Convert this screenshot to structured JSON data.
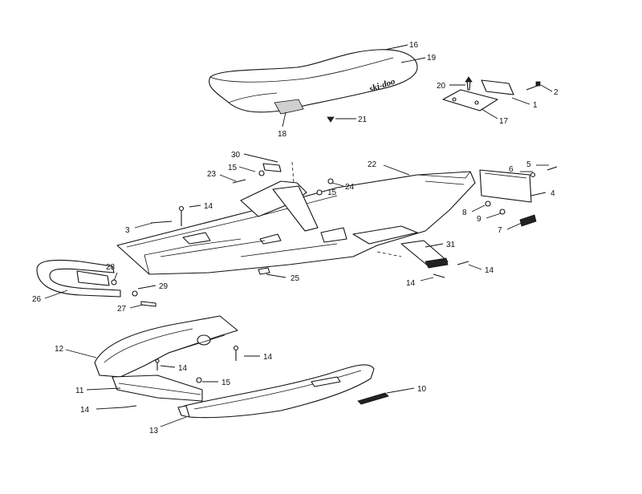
{
  "brand_decal": "ski-doo",
  "callouts": {
    "c1": "1",
    "c2": "2",
    "c3": "3",
    "c4": "4",
    "c5": "5",
    "c6": "6",
    "c7": "7",
    "c8": "8",
    "c9": "9",
    "c10": "10",
    "c11": "11",
    "c12": "12",
    "c13": "13",
    "c14a": "14",
    "c14b": "14",
    "c14c": "14",
    "c14d": "14",
    "c14e": "14",
    "c14f": "14",
    "c15a": "15",
    "c15b": "15",
    "c15c": "15",
    "c16": "16",
    "c17": "17",
    "c18": "18",
    "c19": "19",
    "c20": "20",
    "c21": "21",
    "c22": "22",
    "c23": "23",
    "c24": "24",
    "c25": "25",
    "c26": "26",
    "c27": "27",
    "c28": "28",
    "c29": "29",
    "c30": "30",
    "c31": "31"
  }
}
